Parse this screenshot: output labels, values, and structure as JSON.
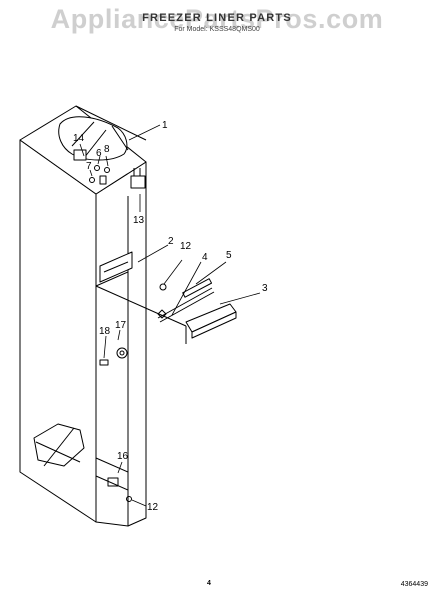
{
  "header": {
    "title": "FREEZER LINER PARTS",
    "subtitle": "For Model: KSSS48QMS00",
    "watermark": "AppliancePartsPros.com"
  },
  "callouts": {
    "c1": "1",
    "c2": "2",
    "c3": "3",
    "c4": "4",
    "c5": "5",
    "c6": "6",
    "c7": "7",
    "c8": "8",
    "c12a": "12",
    "c12b": "12",
    "c13": "13",
    "c14": "14",
    "c16": "16",
    "c17": "17",
    "c18": "18"
  },
  "footer": {
    "page": "4",
    "code": "4364439"
  }
}
